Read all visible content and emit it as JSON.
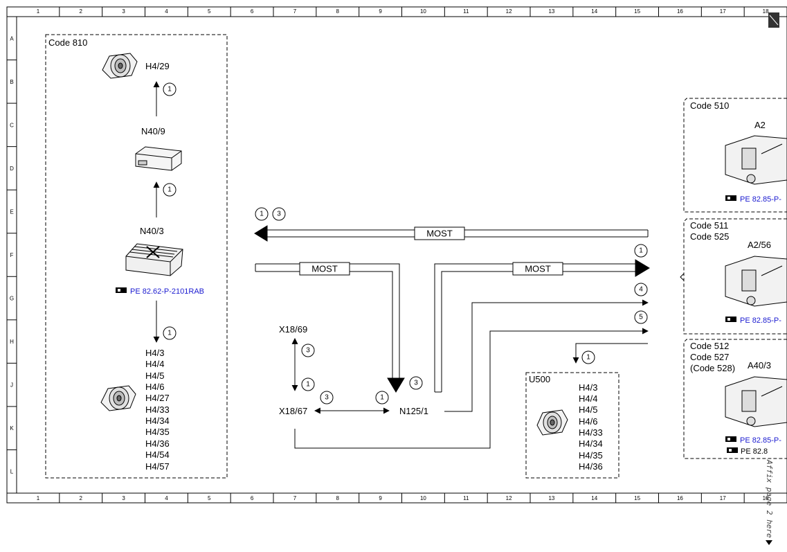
{
  "grid": {
    "columns": [
      "1",
      "2",
      "3",
      "4",
      "5",
      "6",
      "7",
      "8",
      "9",
      "10",
      "11",
      "12",
      "13",
      "14",
      "15",
      "16",
      "17",
      "18"
    ],
    "rows": [
      "A",
      "B",
      "C",
      "D",
      "E",
      "F",
      "G",
      "H",
      "J",
      "K",
      "L"
    ]
  },
  "code810": {
    "title": "Code 810",
    "h4_29": "H4/29",
    "n40_9": "N40/9",
    "n40_3": "N40/3",
    "ref": "PE 82.62-P-2101RAB",
    "speakers": [
      "H4/3",
      "H4/4",
      "H4/5",
      "H4/6",
      "H4/27",
      "H4/33",
      "H4/34",
      "H4/35",
      "H4/36",
      "H4/54",
      "H4/57"
    ]
  },
  "center": {
    "most_top": "MOST",
    "most_left": "MOST",
    "most_right": "MOST",
    "x18_69": "X18/69",
    "x18_67": "X18/67",
    "n125_1": "N125/1"
  },
  "u500": {
    "title": "U500",
    "speakers": [
      "H4/3",
      "H4/4",
      "H4/5",
      "H4/6",
      "H4/33",
      "H4/34",
      "H4/35",
      "H4/36"
    ]
  },
  "code510": {
    "title": "Code 510",
    "device": "A2",
    "ref": "PE 82.85-P-"
  },
  "code511": {
    "title1": "Code 511",
    "title2": "Code 525",
    "device": "A2/56",
    "ref": "PE 82.85-P-"
  },
  "code512": {
    "title1": "Code 512",
    "title2": "Code 527",
    "title3": "(Code 528)",
    "device": "A40/3",
    "ref1": "PE 82.85-P-",
    "ref2": "PE 82.8"
  },
  "markers": {
    "one": "1",
    "three": "3",
    "four": "4",
    "five": "5"
  },
  "side_note": "Affix page 2 here",
  "colors": {
    "line": "#000000",
    "reference": "#1a1ad0"
  }
}
